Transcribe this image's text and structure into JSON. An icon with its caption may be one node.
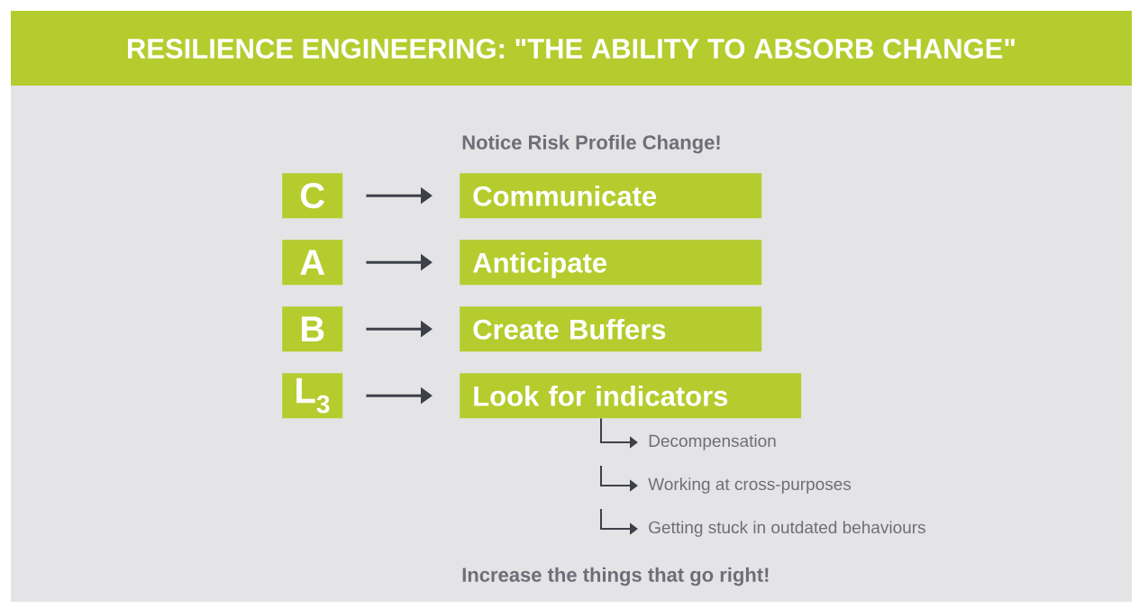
{
  "diagram": {
    "title": "RESILIENCE ENGINEERING: \"THE ABILITY TO ABSORB CHANGE\"",
    "nodes": [
      {
        "text": [
          "C"
        ]
      },
      {
        "text": [
          "Communicate"
        ]
      },
      {
        "text": [
          "A"
        ]
      },
      {
        "text": [
          "Anticipate"
        ]
      },
      {
        "text": [
          "B"
        ]
      },
      {
        "text": [
          "Create Buffers"
        ]
      },
      {
        "text": [
          "L$_{3}$"
        ]
      },
      {
        "text": [
          "Look for indicators"
        ]
      },
      {
        "text": [
          "Decompensation"
        ]
      },
      {
        "text": [
          "Working at cross-purposes"
        ]
      },
      {
        "text": [
          "Getting stuck in outdated behaviours"
        ]
      }
    ],
    "edges": [
      {
        "from": 0,
        "to": 1,
        "arrow": "to"
      },
      {
        "from": 2,
        "to": 3,
        "arrow": "to"
      },
      {
        "from": 4,
        "to": 5,
        "arrow": "to"
      },
      {
        "from": 6,
        "to": 7,
        "arrow": "to"
      },
      {
        "from": 7,
        "to": 8,
        "arrow": "to"
      },
      {
        "from": null,
        "to": 9,
        "arrow": "to"
      },
      {
        "from": null,
        "to": 10,
        "arrow": "to"
      }
    ],
    "labels": [
      "Notice Risk Profile Change!",
      "Increase the things that go right!"
    ]
  }
}
